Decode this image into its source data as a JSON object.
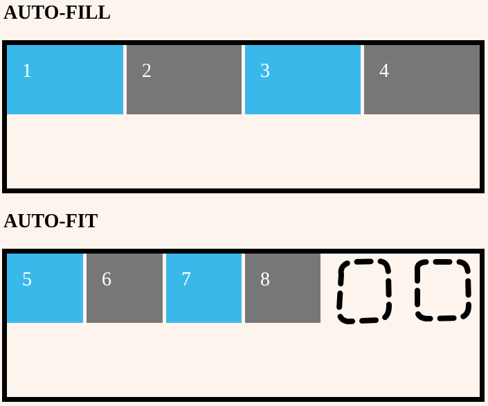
{
  "sections": {
    "auto_fill": {
      "title": "AUTO-FILL",
      "items": [
        "1",
        "2",
        "3",
        "4"
      ]
    },
    "auto_fit": {
      "title": "AUTO-FIT",
      "items": [
        "5",
        "6",
        "7",
        "8"
      ]
    }
  },
  "colors": {
    "background": "#fdf4ee",
    "blue": "#3bb8ea",
    "gray": "#777777",
    "border": "#000000"
  },
  "icons": [
    "dashed-empty-track-icon",
    "dashed-empty-track-icon"
  ]
}
